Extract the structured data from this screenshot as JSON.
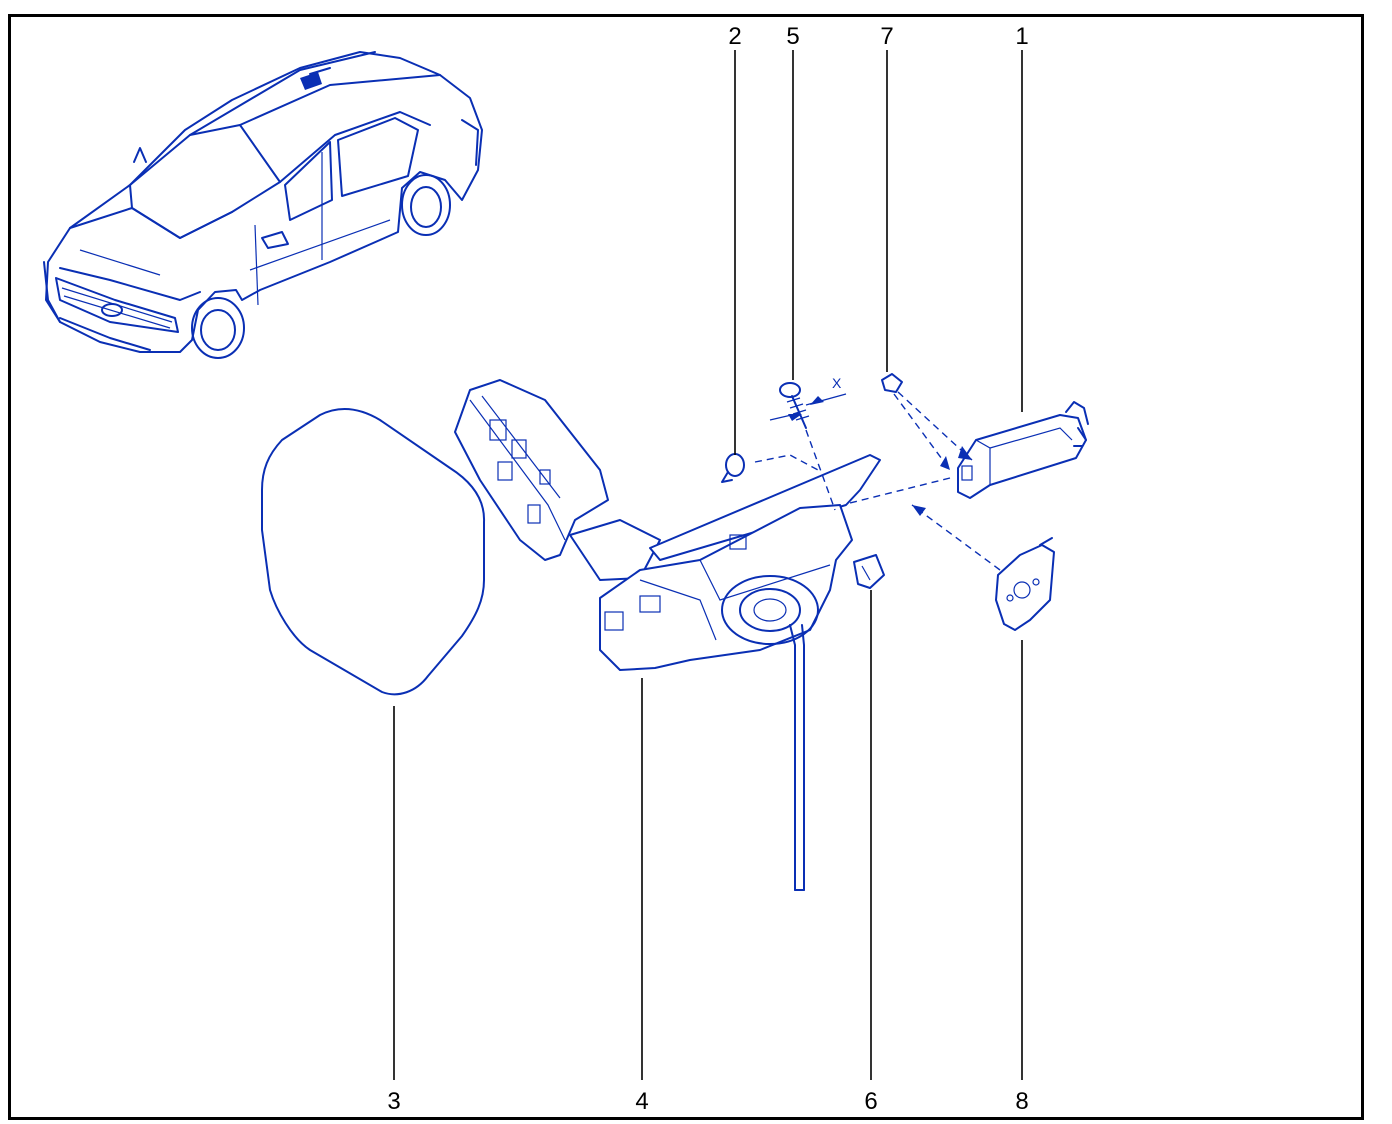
{
  "diagram": {
    "callouts": [
      {
        "id": "1",
        "label": "1"
      },
      {
        "id": "2",
        "label": "2"
      },
      {
        "id": "3",
        "label": "3"
      },
      {
        "id": "4",
        "label": "4"
      },
      {
        "id": "5",
        "label": "5"
      },
      {
        "id": "6",
        "label": "6"
      },
      {
        "id": "7",
        "label": "7"
      },
      {
        "id": "8",
        "label": "8"
      }
    ],
    "dimension_label": "X"
  },
  "colors": {
    "line_art": "#0a2fb4",
    "callout_text": "#000000",
    "frame": "#000000",
    "background": "#ffffff"
  }
}
